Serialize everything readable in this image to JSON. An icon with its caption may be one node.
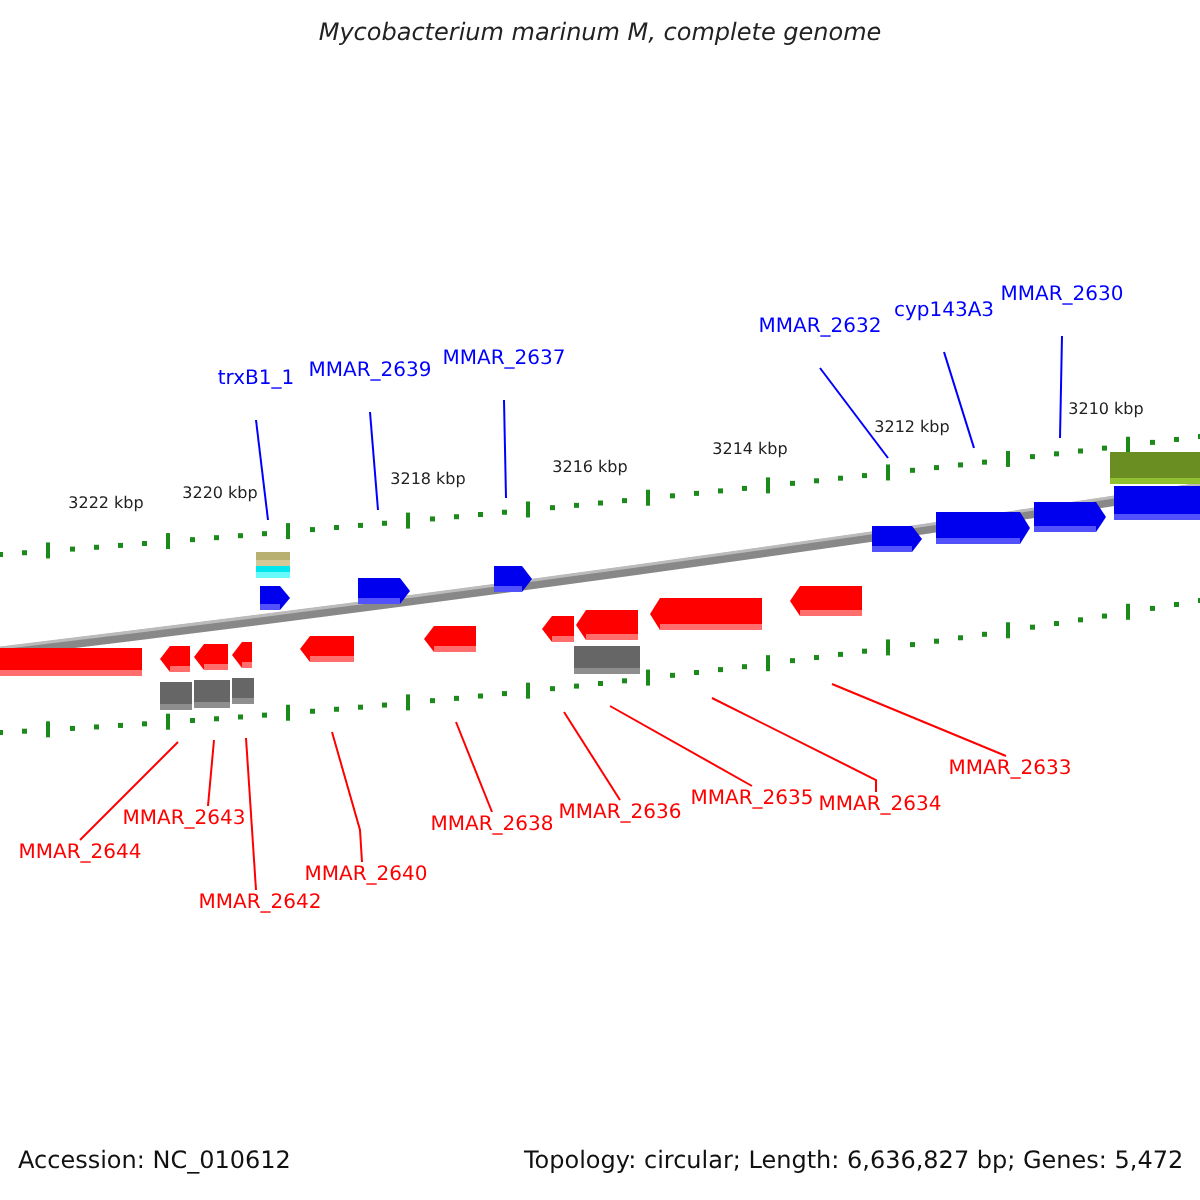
{
  "diagram": {
    "title": "Mycobacterium marinum M, complete genome",
    "nodes": [
      {
        "text": [
          "trxB1_1"
        ]
      },
      {
        "text": [
          "MMAR_2639"
        ]
      },
      {
        "text": [
          "MMAR_2637"
        ]
      },
      {
        "text": [
          "MMAR_2632"
        ]
      },
      {
        "text": [
          "cyp143A3"
        ]
      },
      {
        "text": [
          "MMAR_2630"
        ]
      },
      {
        "text": [
          "MMAR_2644"
        ]
      },
      {
        "text": [
          "MMAR_2643"
        ]
      },
      {
        "text": [
          "MMAR_2642"
        ]
      },
      {
        "text": [
          "MMAR_2640"
        ]
      },
      {
        "text": [
          "MMAR_2638"
        ]
      },
      {
        "text": [
          "MMAR_2636"
        ]
      },
      {
        "text": [
          "MMAR_2635"
        ]
      },
      {
        "text": [
          "MMAR_2634"
        ]
      },
      {
        "text": [
          "MMAR_2633"
        ]
      }
    ],
    "edges": [
      {
        "from": 0,
        "to": null,
        "arrow": "none",
        "color": "#0000ff"
      },
      {
        "from": 1,
        "to": null,
        "arrow": "none",
        "color": "#0000ff"
      },
      {
        "from": 2,
        "to": null,
        "arrow": "none",
        "color": "#0000ff"
      },
      {
        "from": 3,
        "to": null,
        "arrow": "none",
        "color": "#0000ff"
      },
      {
        "from": 4,
        "to": null,
        "arrow": "none",
        "color": "#0000ff"
      },
      {
        "from": 5,
        "to": null,
        "arrow": "none",
        "color": "#0000ff"
      },
      {
        "from": 6,
        "to": null,
        "arrow": "none"
      },
      {
        "from": 7,
        "to": null,
        "arrow": "none"
      },
      {
        "from": 8,
        "to": null,
        "arrow": "none"
      },
      {
        "from": 9,
        "to": null,
        "arrow": "none"
      },
      {
        "from": 10,
        "to": null,
        "arrow": "none"
      },
      {
        "from": 11,
        "to": null,
        "arrow": "none"
      },
      {
        "from": 12,
        "to": null,
        "arrow": "none"
      },
      {
        "from": 13,
        "to": null,
        "arrow": "none"
      },
      {
        "from": 14,
        "to": null,
        "arrow": "none"
      }
    ],
    "labels": [
      "3222 kbp",
      "3220 kbp",
      "3218 kbp",
      "3216 kbp",
      "3214 kbp",
      "3212 kbp",
      "3210 kbp",
      "Accession: NC_010612",
      "Topology: circular; Length: 6,636,827 bp; Genes: 5,472"
    ]
  }
}
